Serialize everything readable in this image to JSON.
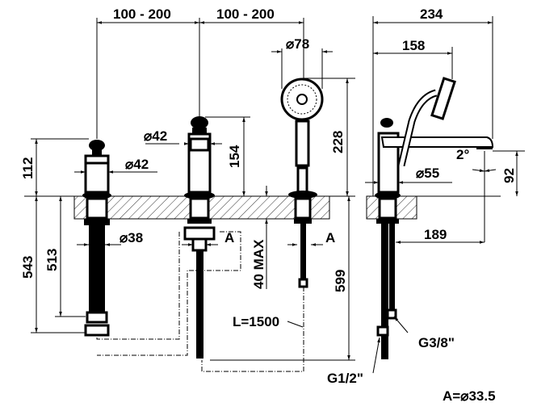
{
  "drawing": {
    "colors": {
      "line": "#000000",
      "background": "#ffffff"
    },
    "labels": {
      "spacing_left": "100 - 200",
      "spacing_right": "100 - 200",
      "shower_head_diameter": "⌀78",
      "total_depth": "234",
      "shower_reach": "158",
      "middle_valve_diameter": "⌀42",
      "left_valve_diameter": "⌀42",
      "left_valve_height": "112",
      "middle_valve_height": "154",
      "shower_height": "228",
      "spout_angle": "2°",
      "spout_height": "92",
      "spout_base_diameter": "⌀55",
      "hose_diameter": "⌀38",
      "hole_a_middle": "A",
      "hole_a_shower": "A",
      "deck_thickness": "40 MAX",
      "left_hose_length": "543",
      "left_hose_to_nut": "513",
      "shower_hose_length": "599",
      "spout_reach": "189",
      "shower_hose": "L=1500",
      "thread_small": "G3/8\"",
      "thread_large": "G1/2\"",
      "hole_note": "A=⌀33.5"
    }
  }
}
